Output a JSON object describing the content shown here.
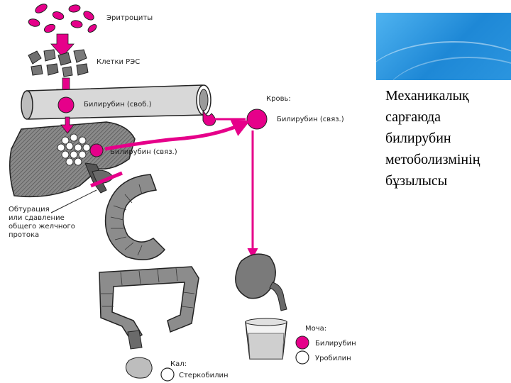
{
  "diagram": {
    "labels": {
      "erythrocytes": "Эритроциты",
      "res_cells": "Клетки РЭС",
      "blood": "Кровь:",
      "bilirubin_free": "Билирубин (своб.)",
      "bilirubin_bound_blood": "Билирубин (связ.)",
      "bilirubin_bound_liver": "Билирубин (связ.)",
      "obstruction": [
        "Обтурация",
        "или сдавление",
        "общего желчного",
        "протока"
      ],
      "urine": "Моча:",
      "legend_bilirubin": "Билирубин",
      "legend_urobilin": "Уробилин",
      "feces": "Кал:",
      "stercobilin": "Стеркобилин"
    },
    "colors": {
      "accent": "#e6008a",
      "organ": "#7a7a7a",
      "organ_dark": "#4a4a4a"
    }
  },
  "side_text": {
    "lines": [
      "Механикалық",
      "сарғаюда",
      "билирубин",
      "метоболизмінің",
      "бұзылысы"
    ]
  }
}
